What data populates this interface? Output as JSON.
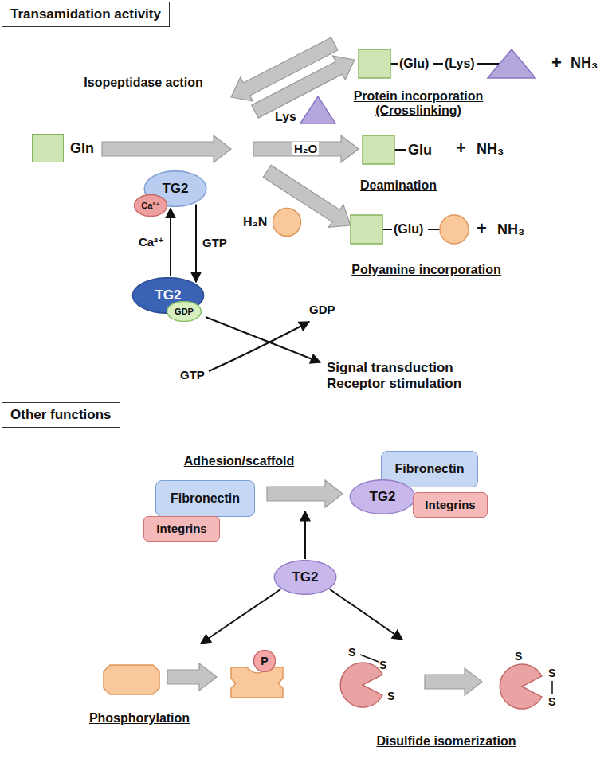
{
  "diagram": {
    "nodes": [
      {
        "text": [
          "Transamidation activity"
        ]
      },
      {
        "text": [
          "Gln"
        ]
      },
      {
        "text": [
          "Lys"
        ]
      },
      {
        "text": [
          "TG2"
        ]
      },
      {
        "text": [
          "Ca²⁺"
        ],
        "in": 3
      },
      {
        "text": [
          "TG2"
        ]
      },
      {
        "text": [
          "GDP"
        ],
        "in": 5
      },
      {
        "text": [
          "H₂N"
        ]
      },
      {
        "text": [
          "Other functions"
        ]
      },
      {
        "text": [
          "Fibronectin"
        ]
      },
      {
        "text": [
          "Integrins"
        ]
      },
      {
        "text": [
          "Fibronectin"
        ]
      },
      {
        "text": [
          "TG2"
        ]
      },
      {
        "text": [
          "Integrins"
        ]
      },
      {
        "text": [
          "TG2"
        ]
      },
      {
        "text": [
          "P"
        ]
      }
    ],
    "edges": [
      {
        "from": 5,
        "to": 3,
        "arrow": "to",
        "label": "Ca²⁺"
      },
      {
        "from": 3,
        "to": 5,
        "arrow": "to",
        "label": "GTP"
      }
    ],
    "labels": [
      "Isopeptidase action",
      "(Glu)",
      "(Lys)",
      "+",
      "NH₃",
      "Protein incorporation (Crosslinking)",
      "H₂O",
      "Glu",
      "+",
      "NH₃",
      "Deamination",
      "(Glu)",
      "+",
      "NH₃",
      "Polyamine incorporation",
      "GDP",
      "GTP",
      "Signal transduction Receptor stimulation",
      "Adhesion/scaffold",
      "Phosphorylation",
      "Disulfide isomerization",
      "S",
      "S",
      "S",
      "S",
      "S",
      "S"
    ]
  }
}
